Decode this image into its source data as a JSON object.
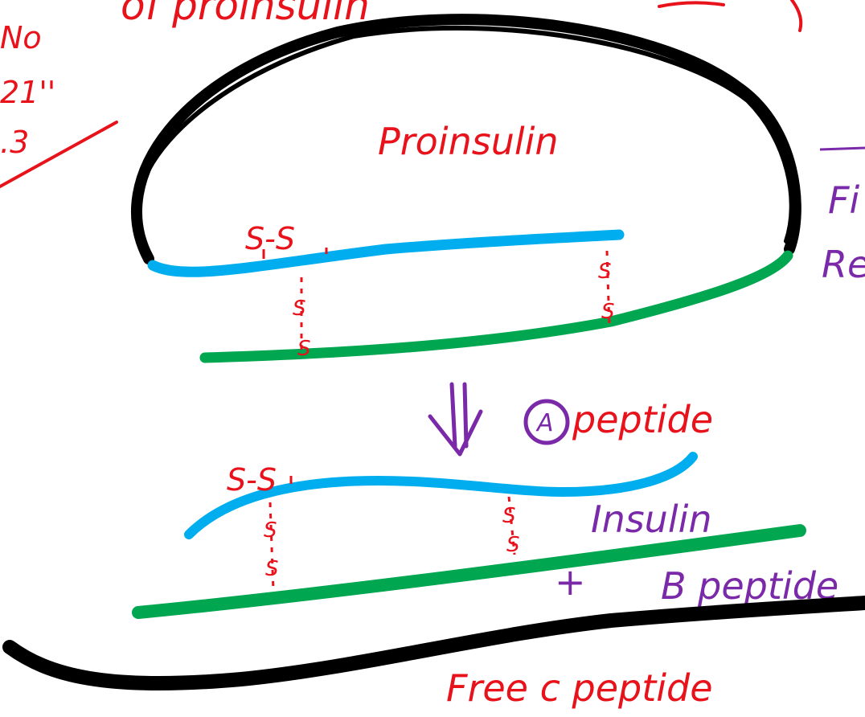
{
  "top": {
    "title_fragment": "of proinsulin",
    "side_note": [
      "No",
      "21''",
      ".3"
    ]
  },
  "diagram": {
    "proinsulin_label": "Proinsulin",
    "bond_top": "S-S",
    "bond_s": "S",
    "arrow_label": "A",
    "arrow_label_rest": "peptide",
    "insulin_label": "Insulin",
    "plus": "+",
    "b_peptide_label": "B peptide",
    "free_c_label": "Free c peptide",
    "right_fragment_1": "Fi",
    "right_fragment_2": "Re"
  },
  "colors": {
    "c_loop": "#000000",
    "a_chain": "#00aeef",
    "b_chain": "#00a650",
    "disulfide": "#e8121b",
    "annotation": "#7a2aa8"
  }
}
